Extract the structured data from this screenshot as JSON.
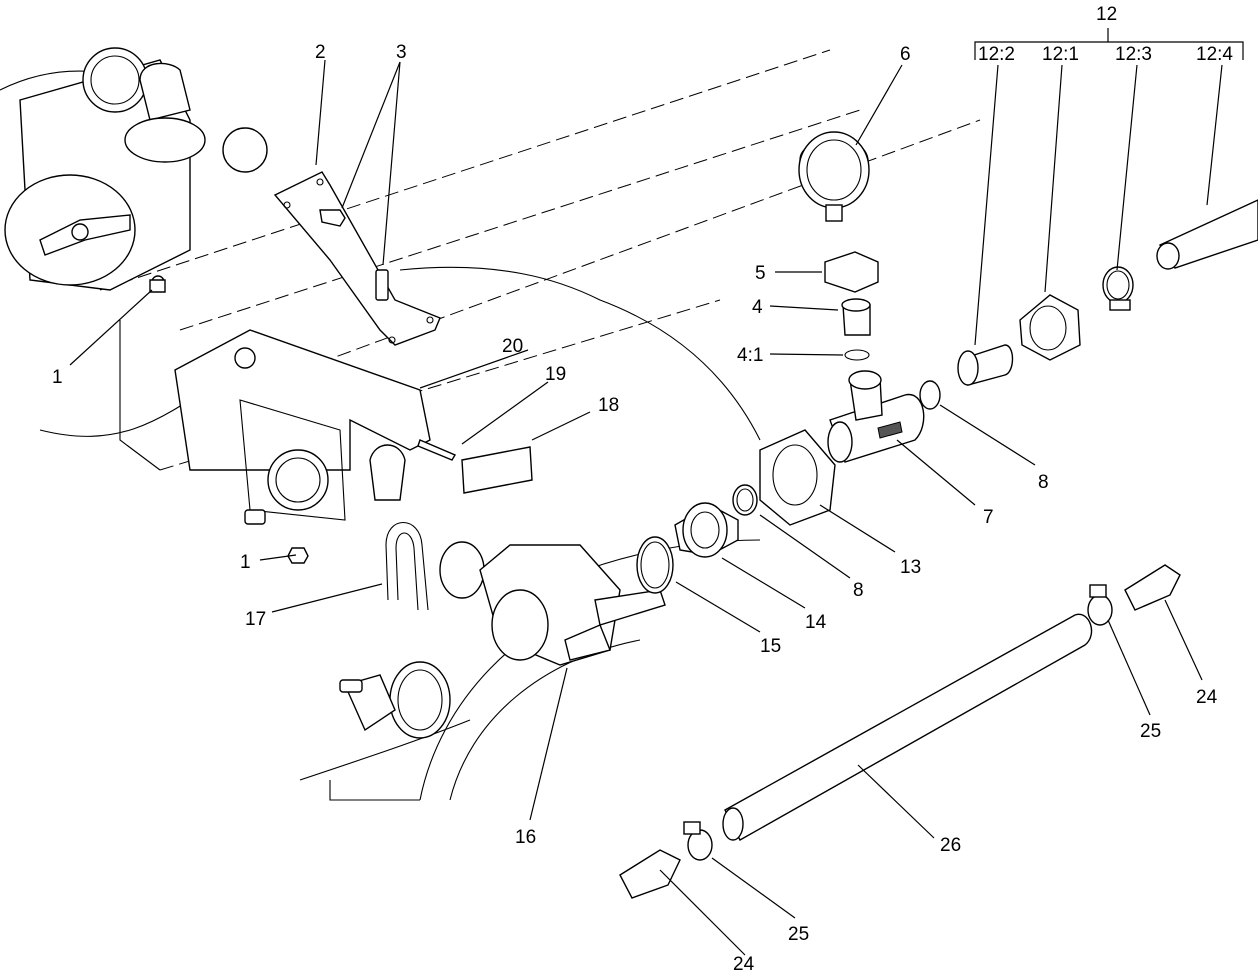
{
  "callouts": [
    {
      "id": "c1a",
      "text": "1"
    },
    {
      "id": "c1b",
      "text": "1"
    },
    {
      "id": "c2",
      "text": "2"
    },
    {
      "id": "c3",
      "text": "3"
    },
    {
      "id": "c4",
      "text": "4"
    },
    {
      "id": "c4_1",
      "text": "4:1"
    },
    {
      "id": "c5",
      "text": "5"
    },
    {
      "id": "c6",
      "text": "6"
    },
    {
      "id": "c7",
      "text": "7"
    },
    {
      "id": "c8a",
      "text": "8"
    },
    {
      "id": "c8b",
      "text": "8"
    },
    {
      "id": "c12",
      "text": "12"
    },
    {
      "id": "c12_2",
      "text": "12:2"
    },
    {
      "id": "c12_1",
      "text": "12:1"
    },
    {
      "id": "c12_3",
      "text": "12:3"
    },
    {
      "id": "c12_4",
      "text": "12:4"
    },
    {
      "id": "c13",
      "text": "13"
    },
    {
      "id": "c14",
      "text": "14"
    },
    {
      "id": "c15",
      "text": "15"
    },
    {
      "id": "c16",
      "text": "16"
    },
    {
      "id": "c17",
      "text": "17"
    },
    {
      "id": "c18",
      "text": "18"
    },
    {
      "id": "c19",
      "text": "19"
    },
    {
      "id": "c20",
      "text": "20"
    },
    {
      "id": "c24a",
      "text": "24"
    },
    {
      "id": "c24b",
      "text": "24"
    },
    {
      "id": "c25a",
      "text": "25"
    },
    {
      "id": "c25b",
      "text": "25"
    },
    {
      "id": "c26",
      "text": "26"
    }
  ]
}
